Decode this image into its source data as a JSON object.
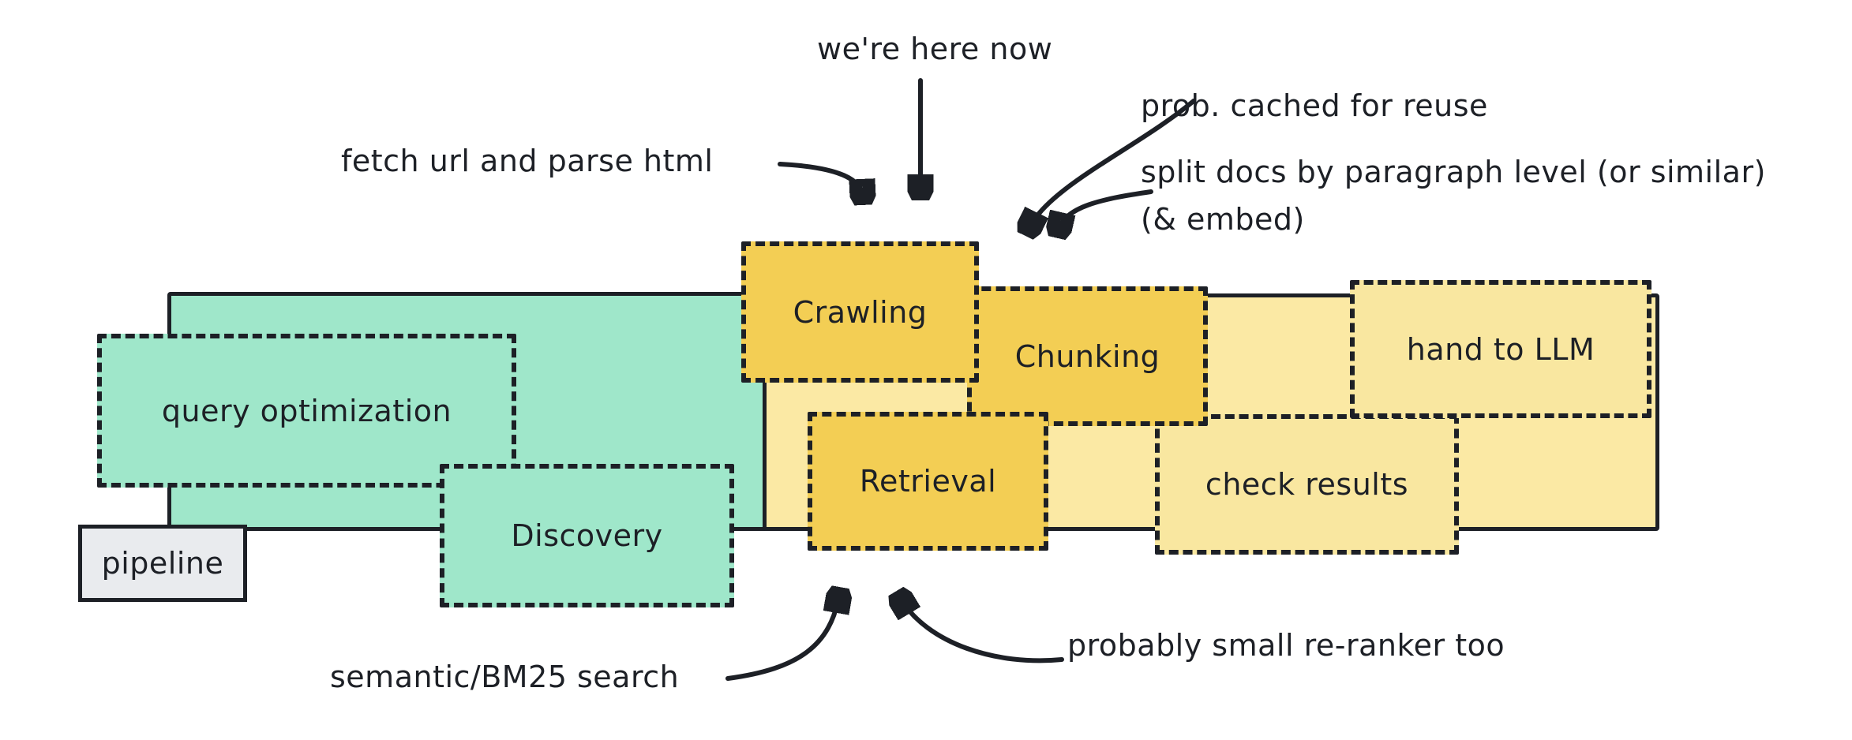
{
  "colors": {
    "teal": "#9fe7ca",
    "gold": "#f3ce54",
    "pale_yellow": "#f9e7a0",
    "pale_yellow_big": "#fbe9a4",
    "gray": "#e9ebee",
    "stroke": "#1d2026",
    "background": "#ffffff"
  },
  "boxes": {
    "pipeline": {
      "label": "pipeline"
    },
    "query_optimization": {
      "label": "query optimization"
    },
    "discovery": {
      "label": "Discovery"
    },
    "crawling": {
      "label": "Crawling"
    },
    "chunking": {
      "label": "Chunking"
    },
    "retrieval": {
      "label": "Retrieval"
    },
    "check_results": {
      "label": "check results"
    },
    "hand_to_llm": {
      "label": "hand to LLM"
    }
  },
  "annotations": {
    "were_here_now": {
      "text": "we're here now"
    },
    "fetch_url": {
      "text": "fetch url and parse html"
    },
    "prob_cached": {
      "text": "prob. cached for reuse"
    },
    "split_docs": {
      "text": "split docs by paragraph level (or similar)"
    },
    "and_embed": {
      "text": "(& embed)"
    },
    "semantic_search": {
      "text": "semantic/BM25 search"
    },
    "reranker": {
      "text": "probably small re-ranker too"
    }
  }
}
